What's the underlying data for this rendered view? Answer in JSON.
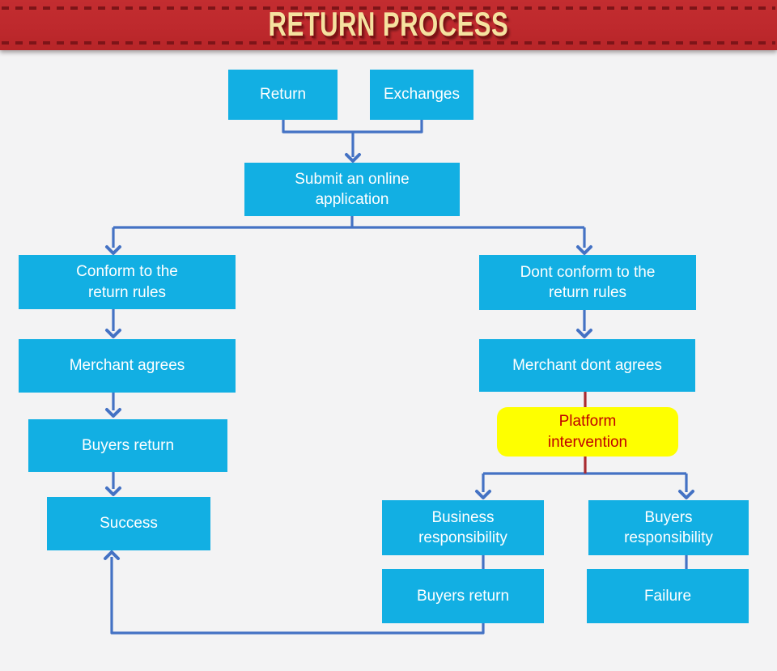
{
  "header": {
    "title": "RETURN PROCESS"
  },
  "colors": {
    "background": "#F3F3F4",
    "banner_red": "#BE292D",
    "banner_stitch_dash": "#7D1418",
    "banner_title_text": "#F5E2A0",
    "node_fill": "#12AFE3",
    "node_text": "#FFFFFF",
    "highlight_node_fill": "#FEFF00",
    "highlight_node_text": "#C00000",
    "connector_blue": "#4472C4",
    "connector_red": "#A92B30"
  },
  "nodes": {
    "return": {
      "label": "Return"
    },
    "exchanges": {
      "label": "Exchanges"
    },
    "submit": {
      "label": "Submit an online\napplication"
    },
    "conform": {
      "label": "Conform to the\nreturn rules"
    },
    "dont_conform": {
      "label": "Dont conform to the\nreturn rules"
    },
    "merchant_agrees": {
      "label": "Merchant agrees"
    },
    "merchant_dont_agrees": {
      "label": "Merchant dont agrees"
    },
    "buyers_return_left": {
      "label": "Buyers return"
    },
    "platform_intervention": {
      "label": "Platform\nintervention"
    },
    "success": {
      "label": "Success"
    },
    "business_responsibility": {
      "label": "Business\nresponsibility"
    },
    "buyers_responsibility": {
      "label": "Buyers\nresponsibility"
    },
    "buyers_return_bottom": {
      "label": "Buyers return"
    },
    "failure": {
      "label": "Failure"
    }
  }
}
